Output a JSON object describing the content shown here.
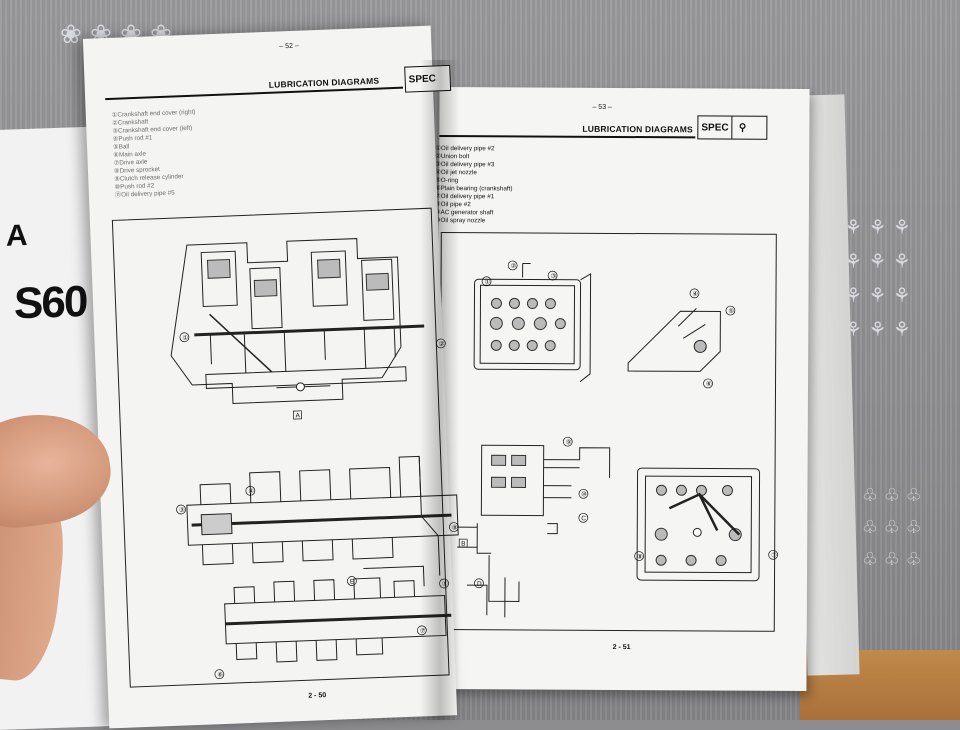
{
  "left_page": {
    "page_marker": "– 52 –",
    "header_title": "LUBRICATION DIAGRAMS",
    "spec_label": "SPEC",
    "legend": [
      "①Crankshaft end cover (right)",
      "②Crankshaft",
      "③Crankshaft end cover (left)",
      "④Push rod #1",
      "⑤Ball",
      "⑥Main axle",
      "⑦Drive axle",
      "⑧Drive sprocket",
      "⑨Clutch release cylinder",
      "⑩Push rod #2",
      "⑪Oil delivery pipe #5"
    ],
    "callouts": [
      "①",
      "②",
      "③",
      "④",
      "⑤",
      "⑥",
      "⑦",
      "⑧",
      "A",
      "E"
    ],
    "footer": "2 - 50"
  },
  "right_page": {
    "page_marker": "– 53 –",
    "header_title": "LUBRICATION DIAGRAMS",
    "spec_label": "SPEC",
    "legend": [
      "①Oil delivery pipe #2",
      "②Union bolt",
      "③Oil delivery pipe #3",
      "④Oil jet nozzle",
      "⑤O-ring",
      "⑥Plain bearing (crankshaft)",
      "⑦Oil delivery pipe #1",
      "⑧Oil pipe #2",
      "⑨AC generator shaft",
      "⑩Oil spray nozzle"
    ],
    "callouts": [
      "①",
      "②",
      "③",
      "④",
      "⑤",
      "⑥",
      "⑦",
      "⑧",
      "⑨",
      "⑩",
      "B",
      "C",
      "D"
    ],
    "footer": "2 - 51"
  },
  "cover": {
    "visible_text_1": "A",
    "visible_text_2": "S60"
  },
  "icons": [
    "spec-wrench-icon"
  ],
  "colors": {
    "paper": "#f4f4f2",
    "ink": "#111111",
    "tablecloth": "#8d8d8f"
  }
}
